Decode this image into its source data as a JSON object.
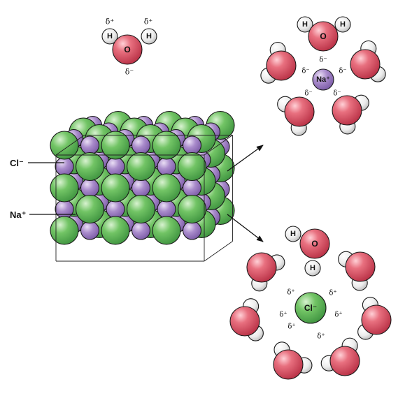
{
  "labels": {
    "chloride": "Cl⁻",
    "sodium": "Na⁺",
    "hydrogen": "H",
    "oxygen": "O",
    "delta_plus": "δ⁺",
    "delta_minus": "δ⁻"
  },
  "colors": {
    "oxygen": "#d94a5f",
    "hydrogen": "#eeeeee",
    "sodium": "#a487c6",
    "chloride": "#63b85d",
    "outline": "#1a1a1a"
  },
  "icons": [
    "water-molecule-icon",
    "sodium-ion-icon",
    "chloride-ion-icon",
    "salt-crystal-lattice",
    "arrow-icon"
  ]
}
